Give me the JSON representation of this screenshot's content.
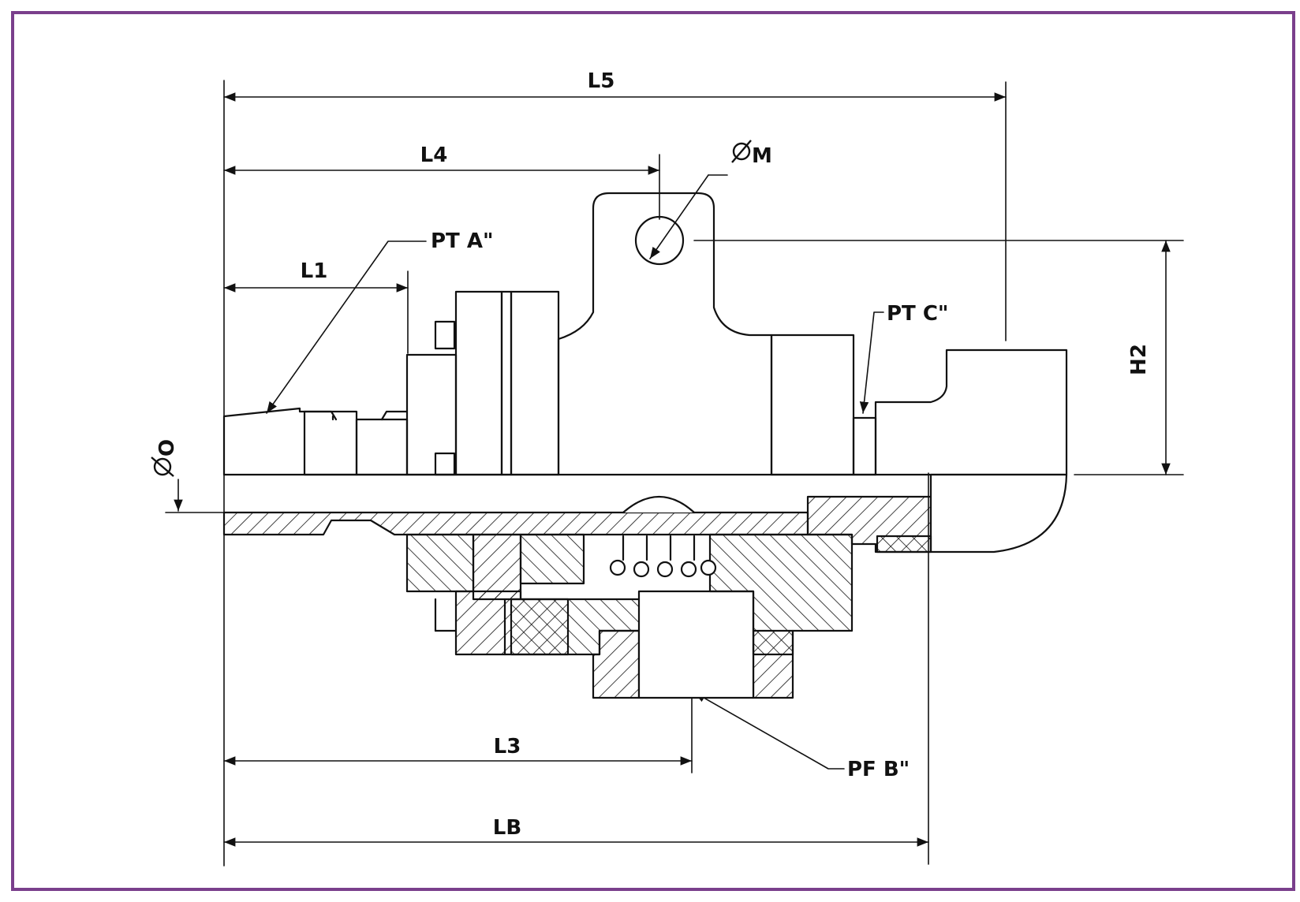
{
  "labels": {
    "l5": "L5",
    "l4": "L4",
    "phi_m": "M",
    "pt_a": "PT A\"",
    "l1": "L1",
    "pt_c": "PT C\"",
    "h2": "H2",
    "phi_o": "O",
    "l3": "L3",
    "pf_b": "PF B\"",
    "lb": "LB"
  },
  "colors": {
    "frame": "#7a3f8c",
    "line": "#111111"
  }
}
